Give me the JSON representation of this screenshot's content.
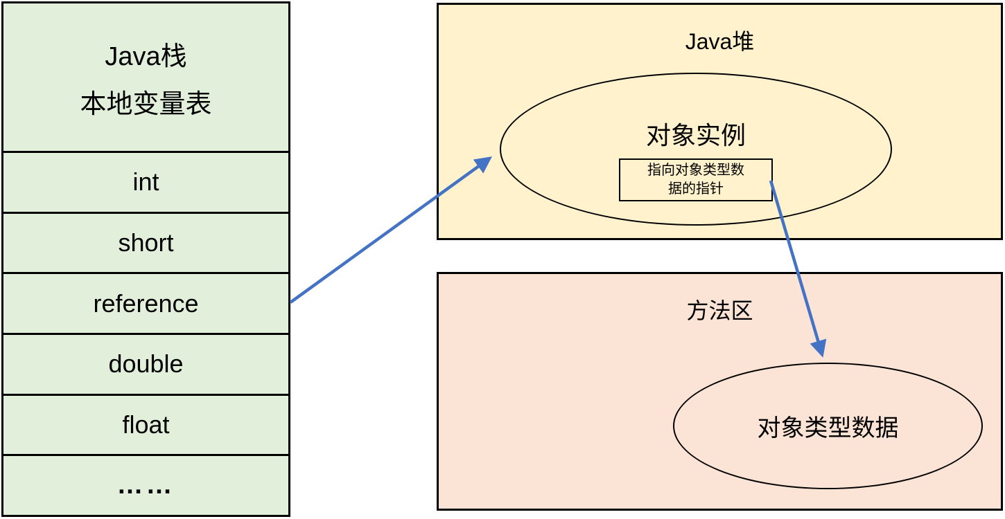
{
  "palette": {
    "stack_fill": "#E2EFDA",
    "heap_fill": "#FFF2CC",
    "method_fill": "#FBE3D5",
    "arrow_color": "#4472C4",
    "border_color": "#000000",
    "canvas_bg": "#FFFFFF"
  },
  "stack": {
    "title_line1": "Java栈",
    "title_line2": "本地变量表",
    "rows": [
      "int",
      "short",
      "reference",
      "double",
      "float",
      "……"
    ]
  },
  "heap": {
    "title": "Java堆",
    "instance_label": "对象实例",
    "pointer_box_line1": "指向对象类型数",
    "pointer_box_line2": "据的指针"
  },
  "method_area": {
    "title": "方法区",
    "typedata_label": "对象类型数据"
  }
}
